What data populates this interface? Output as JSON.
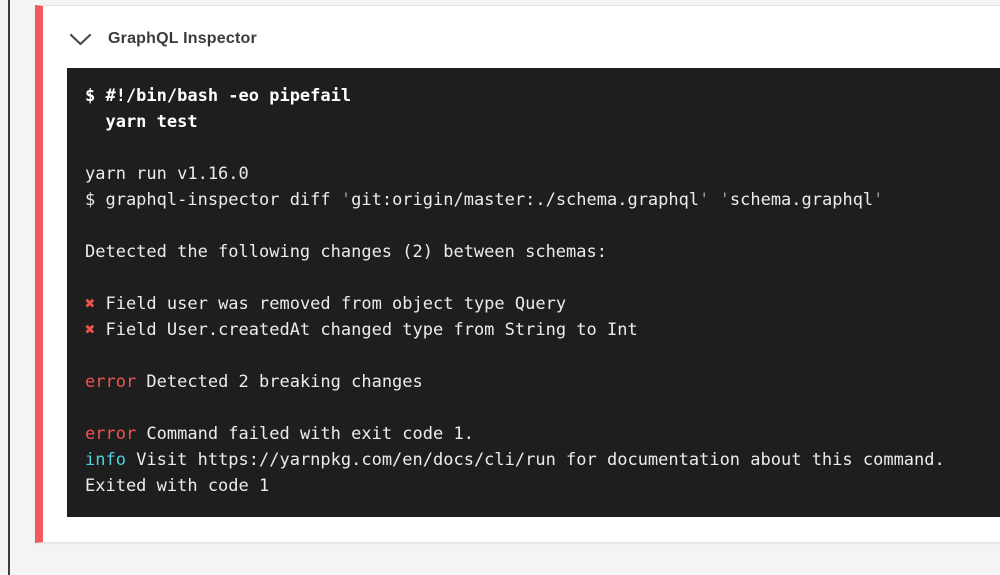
{
  "page": {
    "background": "#f4f4f4"
  },
  "card": {
    "title": "GraphQL Inspector",
    "accent_color": "#f05a5f",
    "chevron_icon": "chevron-down-icon"
  },
  "terminal": {
    "background": "#1e1e1e",
    "colors": {
      "plain": "#ececec",
      "bold": "#ffffff",
      "red": "#ef5350",
      "cyan": "#4dd0e1",
      "dim": "#9e9e9e"
    },
    "lines": [
      {
        "segments": [
          {
            "t": "$ #!/bin/bash -eo pipefail",
            "s": "bold"
          }
        ]
      },
      {
        "segments": [
          {
            "t": "  yarn test",
            "s": "bold"
          }
        ]
      },
      {
        "segments": []
      },
      {
        "segments": [
          {
            "t": "yarn run v1.16.0",
            "s": "plain"
          }
        ]
      },
      {
        "segments": [
          {
            "t": "$ graphql-inspector diff ",
            "s": "plain"
          },
          {
            "t": "'",
            "s": "dim"
          },
          {
            "t": "git:origin/master:./schema.graphql",
            "s": "plain"
          },
          {
            "t": "'",
            "s": "dim"
          },
          {
            "t": " ",
            "s": "plain"
          },
          {
            "t": "'",
            "s": "dim"
          },
          {
            "t": "schema.graphql",
            "s": "plain"
          },
          {
            "t": "'",
            "s": "dim"
          }
        ]
      },
      {
        "segments": []
      },
      {
        "segments": [
          {
            "t": "Detected the following changes (2) between schemas:",
            "s": "plain"
          }
        ]
      },
      {
        "segments": []
      },
      {
        "segments": [
          {
            "t": "✖",
            "s": "red"
          },
          {
            "t": " Field user was removed from object type Query",
            "s": "plain"
          }
        ]
      },
      {
        "segments": [
          {
            "t": "✖",
            "s": "red"
          },
          {
            "t": " Field User.createdAt changed type from String to Int",
            "s": "plain"
          }
        ]
      },
      {
        "segments": []
      },
      {
        "segments": [
          {
            "t": "error",
            "s": "red"
          },
          {
            "t": " Detected 2 breaking changes",
            "s": "plain"
          }
        ]
      },
      {
        "segments": []
      },
      {
        "segments": [
          {
            "t": "error",
            "s": "red"
          },
          {
            "t": " Command failed with exit code 1.",
            "s": "plain"
          }
        ]
      },
      {
        "segments": [
          {
            "t": "info",
            "s": "cyan"
          },
          {
            "t": " Visit https://yarnpkg.com/en/docs/cli/run for documentation about this command.",
            "s": "plain"
          }
        ]
      },
      {
        "segments": [
          {
            "t": "Exited with code 1",
            "s": "plain"
          }
        ]
      }
    ]
  }
}
